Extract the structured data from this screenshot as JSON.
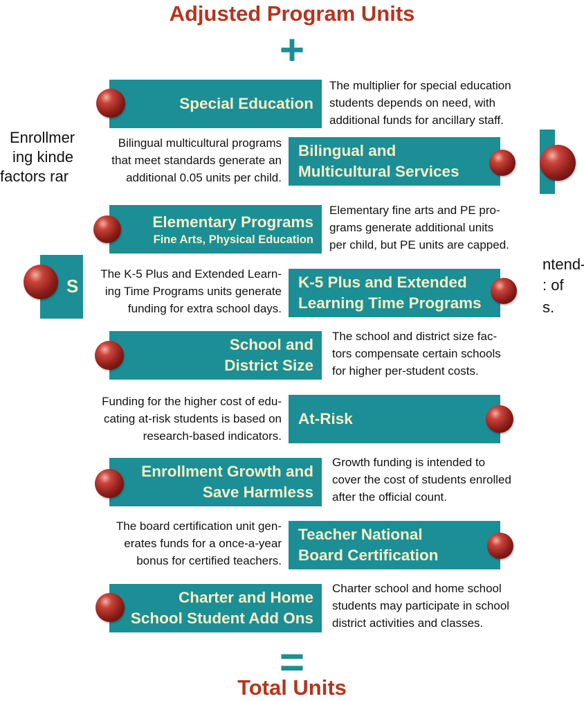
{
  "header": {
    "title": "Adjusted Program Units",
    "plus_symbol": "+"
  },
  "footer": {
    "equals_symbol": "=",
    "total": "Total Units"
  },
  "background_fragments": {
    "left_lines": [
      "Enrollmer",
      "ing kinde",
      "factors rar"
    ],
    "right_lines": [
      "ntend-",
      ": of",
      "s."
    ],
    "left_letter": "S"
  },
  "items": [
    {
      "label": [
        "Special Education"
      ],
      "description": [
        "The multiplier for special education",
        "students depends on need, with",
        "additional funds for ancillary staff."
      ]
    },
    {
      "label": [
        "Bilingual and",
        "Multicultural Services"
      ],
      "description": [
        "Bilingual multicultural programs",
        "that meet standards generate an",
        "additional 0.05 units per child."
      ]
    },
    {
      "label": [
        "Elementary Programs"
      ],
      "sublabel": "Fine Arts, Physical Education",
      "description": [
        "Elementary fine arts and PE pro-",
        "grams generate additional units",
        "per child, but PE units are capped."
      ]
    },
    {
      "label": [
        "K-5 Plus and Extended",
        "Learning Time Programs"
      ],
      "description": [
        "The K-5 Plus and Extended Learn-",
        "ing Time Programs units generate",
        "funding for extra school days."
      ]
    },
    {
      "label": [
        "School and",
        "District Size"
      ],
      "description": [
        "The school and district size fac-",
        "tors compensate certain schools",
        "for higher per-student costs."
      ]
    },
    {
      "label": [
        "At-Risk"
      ],
      "description": [
        "Funding for the higher cost of edu-",
        "cating at-risk students is based on",
        "research-based indicators."
      ]
    },
    {
      "label": [
        "Enrollment Growth and",
        "Save Harmless"
      ],
      "description": [
        "Growth funding is intended to",
        "cover the cost of students enrolled",
        "after the official count."
      ]
    },
    {
      "label": [
        "Teacher National",
        "Board Certification"
      ],
      "description": [
        "The board certification unit gen-",
        "erates funds for a once-a-year",
        "bonus for certified teachers."
      ]
    },
    {
      "label": [
        "Charter and Home",
        "School Student Add Ons"
      ],
      "description": [
        "Charter school and home school",
        "students may participate in school",
        "district activities and classes."
      ]
    }
  ]
}
